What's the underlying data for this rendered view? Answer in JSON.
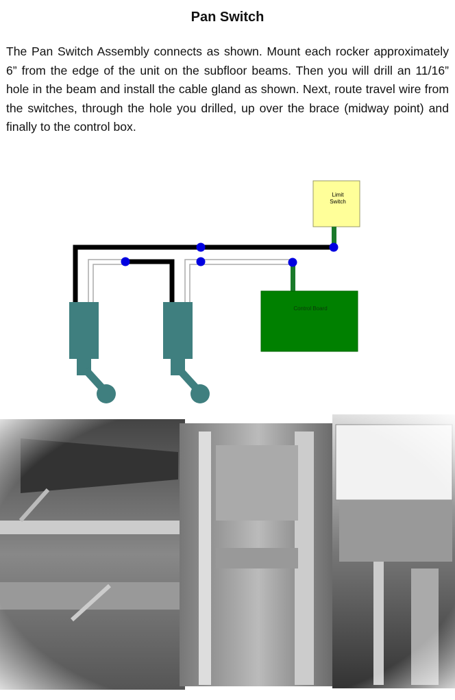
{
  "title": "Pan Switch",
  "paragraph": "The Pan Switch Assembly connects as shown.  Mount each rocker approximately 6” from the edge of the unit on the subfloor beams. Then you will drill an 11/16” hole in the beam and install the cable gland as shown.  Next, route travel wire from the switches, through the hole you drilled, up over the brace (midway point) and finally to the control box.",
  "diagram": {
    "limit_switch_line1": "Limit",
    "limit_switch_line2": "Switch",
    "control_board": "Control Board",
    "colors": {
      "limit_switch": "#ffff99",
      "control_board": "#008000",
      "switch_body": "#3f7f7f",
      "node": "#0000e0",
      "wire": "#000000"
    }
  }
}
